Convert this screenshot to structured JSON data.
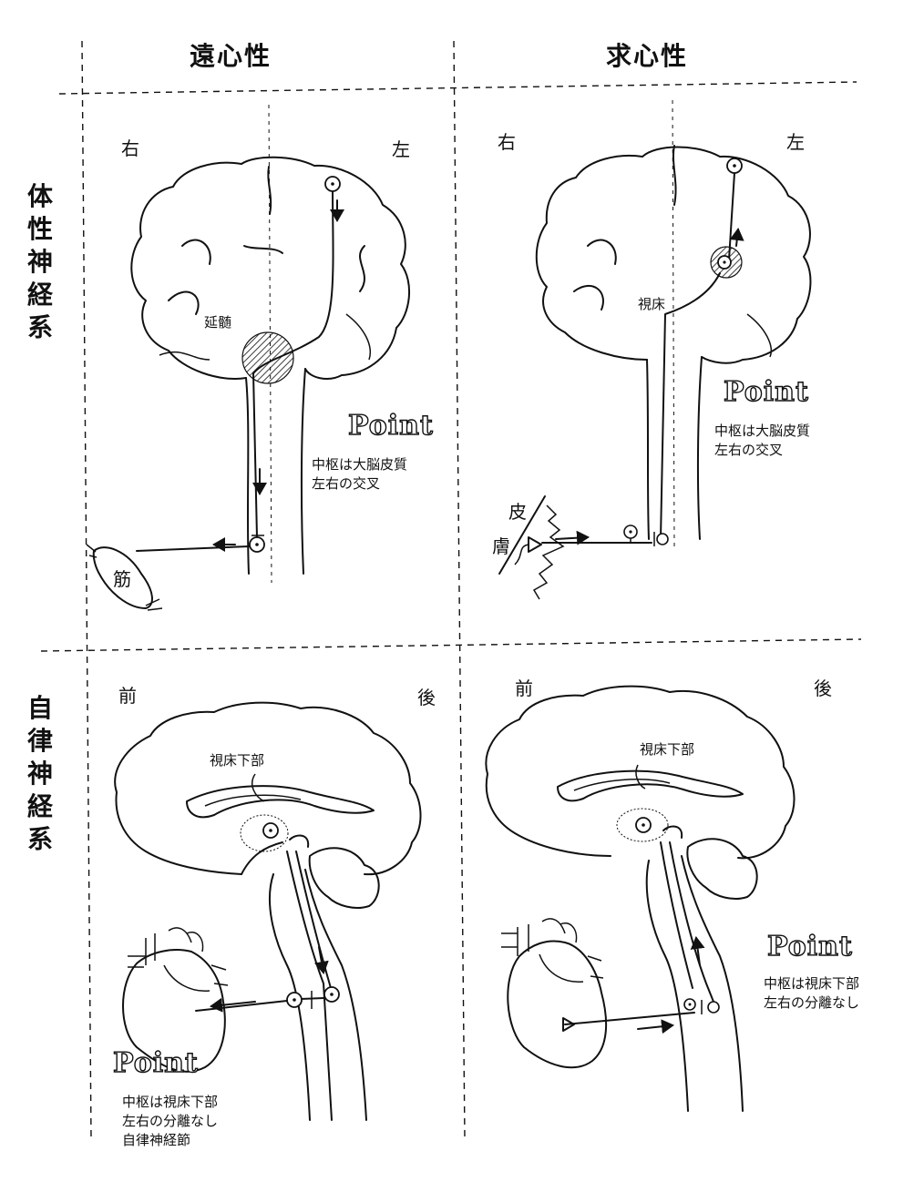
{
  "columns": {
    "efferent": "遠心性",
    "afferent": "求心性"
  },
  "rows": {
    "somatic": "体性神経系",
    "autonomic": "自律神経系"
  },
  "somatic_efferent": {
    "right": "右",
    "left": "左",
    "medulla": "延髄",
    "muscle": "筋",
    "point": "Point",
    "note": [
      "中枢は大脳皮質",
      "左右の交叉"
    ]
  },
  "somatic_afferent": {
    "right": "右",
    "left": "左",
    "thalamus": "視床",
    "skin": "皮",
    "skin2": "膚",
    "point": "Point",
    "note": [
      "中枢は大脳皮質",
      "左右の交叉"
    ]
  },
  "autonomic_efferent": {
    "front": "前",
    "back": "後",
    "hypothalamus": "視床下部",
    "point": "Point",
    "note": [
      "中枢は視床下部",
      "左右の分離なし",
      "自律神経節"
    ]
  },
  "autonomic_afferent": {
    "front": "前",
    "back": "後",
    "hypothalamus": "視床下部",
    "point": "Point",
    "note": [
      "中枢は視床下部",
      "左右の分離なし"
    ]
  },
  "icons": {
    "brain_coronal": "brain-coronal-icon",
    "brain_sagittal": "brain-sagittal-icon",
    "heart": "heart-icon",
    "muscle": "muscle-icon",
    "neuron": "neuron-icon"
  }
}
